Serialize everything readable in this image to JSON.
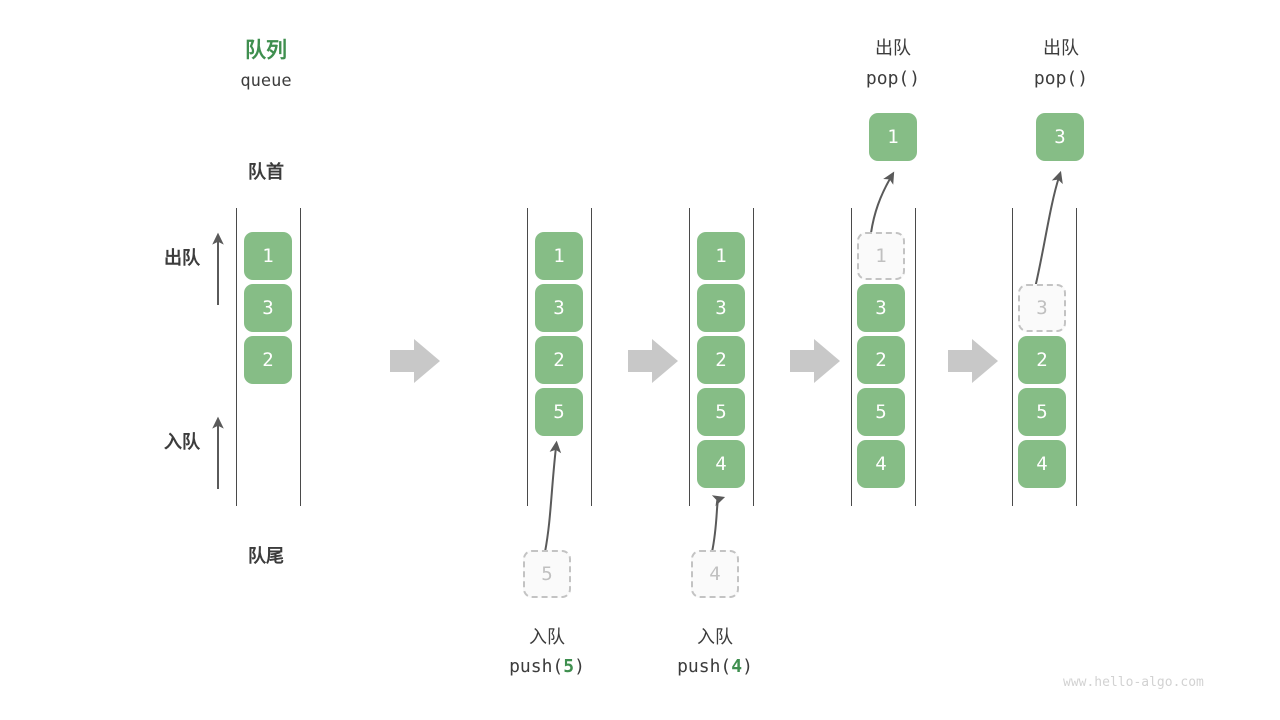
{
  "diagram": {
    "title_cn": "队列",
    "title_en": "queue",
    "front_label": "队首",
    "rear_label": "队尾",
    "dequeue_label": "出队",
    "enqueue_label": "入队",
    "watermark": "www.hello-algo.com",
    "colors": {
      "element": "#86bd86",
      "accent": "#3f8f4f",
      "text": "#3c3c3c",
      "ghost_border": "#c3c3c3",
      "ghost_fill": "#fafafa",
      "rail": "#4a4a4a",
      "connector": "#c8c8c8"
    }
  },
  "steps": [
    {
      "id": "initial",
      "caption_cn": "",
      "caption_code": "",
      "cells": [
        "1",
        "3",
        "2"
      ],
      "pop_output": null,
      "ghost_index": null,
      "incoming": null
    },
    {
      "id": "push-5",
      "caption_cn": "入队",
      "caption_code_prefix": "push(",
      "caption_code_arg": "5",
      "caption_code_suffix": ")",
      "cells": [
        "1",
        "3",
        "2",
        "5"
      ],
      "pop_output": null,
      "ghost_index": null,
      "incoming": "5"
    },
    {
      "id": "push-4",
      "caption_cn": "入队",
      "caption_code_prefix": "push(",
      "caption_code_arg": "4",
      "caption_code_suffix": ")",
      "cells": [
        "1",
        "3",
        "2",
        "5",
        "4"
      ],
      "pop_output": null,
      "ghost_index": null,
      "incoming": "4"
    },
    {
      "id": "pop-1",
      "caption_cn": "出队",
      "caption_code_prefix": "pop(",
      "caption_code_arg": "",
      "caption_code_suffix": ")",
      "cells": [
        "1",
        "3",
        "2",
        "5",
        "4"
      ],
      "pop_output": "1",
      "ghost_index": 0,
      "incoming": null
    },
    {
      "id": "pop-3",
      "caption_cn": "出队",
      "caption_code_prefix": "pop(",
      "caption_code_arg": "",
      "caption_code_suffix": ")",
      "cells": [
        "",
        "3",
        "2",
        "5",
        "4"
      ],
      "pop_output": "3",
      "ghost_index": 1,
      "incoming": null
    }
  ],
  "labels": {
    "push_cn": "入队",
    "pop_cn": "出队",
    "push_code_5": "push(5)",
    "push_code_4": "push(4)",
    "pop_code": "pop()"
  }
}
